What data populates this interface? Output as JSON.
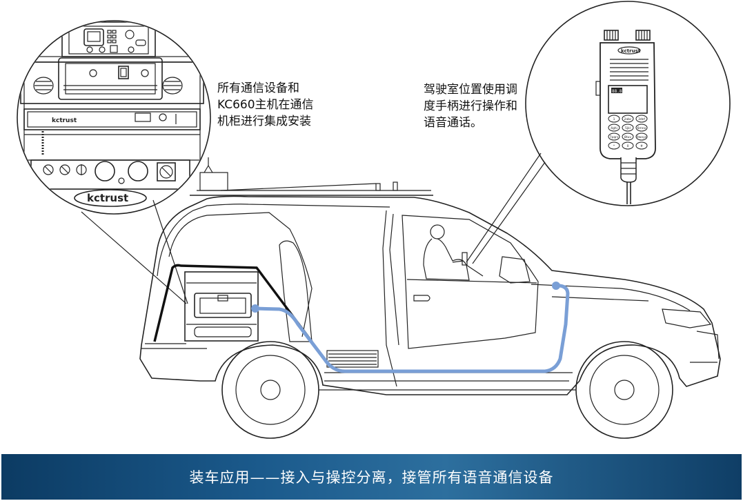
{
  "callouts": {
    "left": [
      "所有通信设备和",
      "KC660主机在通信",
      "机柜进行集成安装"
    ],
    "right": [
      "驾驶室位置使用调",
      "度手柄进行操作和",
      "语音通话。"
    ]
  },
  "brand_logo": "kctrust",
  "handset_display": "88.88",
  "keypad_labels": [
    "1",
    "2abc",
    "3def",
    "4ghi",
    "5jkl",
    "6mno",
    "7pqrs",
    "8tuv",
    "9wxyz",
    "*",
    "0",
    "#"
  ],
  "footer": {
    "text": "装车应用——接入与操控分离，接管所有语音通信设备"
  },
  "colors": {
    "cable": "#7a9fd6",
    "footer_start": "#0c3b63",
    "footer_mid": "#2d6f9e",
    "footer_end": "#0f3e66"
  }
}
